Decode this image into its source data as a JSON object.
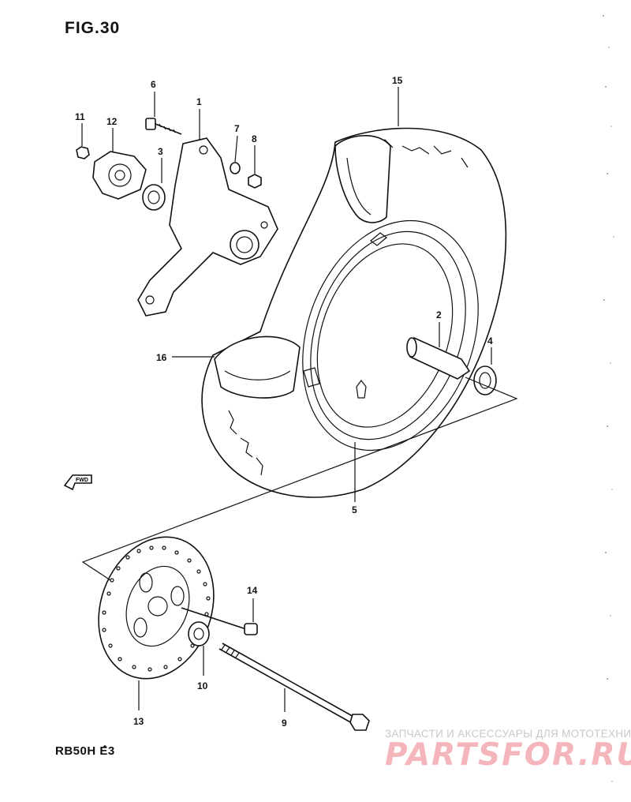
{
  "figure_title": "FIG.30",
  "model_code": "RB50H E3",
  "forward_label": "FWD",
  "watermark": {
    "tagline": "ЗАПЧАСТИ И АКСЕССУАРЫ ДЛЯ МОТОТЕХНИКИ",
    "brand": "PARTSFOR.RU"
  },
  "callouts": [
    {
      "id": "c1",
      "number": "1"
    },
    {
      "id": "c2",
      "number": "2"
    },
    {
      "id": "c3",
      "number": "3"
    },
    {
      "id": "c4",
      "number": "4"
    },
    {
      "id": "c5",
      "number": "5"
    },
    {
      "id": "c6",
      "number": "6"
    },
    {
      "id": "c7",
      "number": "7"
    },
    {
      "id": "c8",
      "number": "8"
    },
    {
      "id": "c9",
      "number": "9"
    },
    {
      "id": "c10",
      "number": "10"
    },
    {
      "id": "c11",
      "number": "11"
    },
    {
      "id": "c12",
      "number": "12"
    },
    {
      "id": "c13",
      "number": "13"
    },
    {
      "id": "c14",
      "number": "14"
    },
    {
      "id": "c15",
      "number": "15"
    },
    {
      "id": "c16",
      "number": "16"
    }
  ]
}
